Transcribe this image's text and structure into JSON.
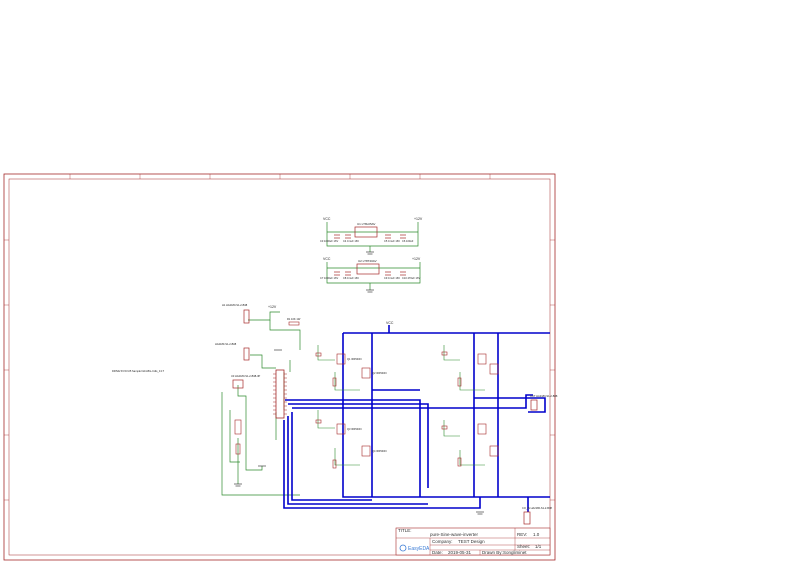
{
  "sheet": {
    "title_label": "TITLE:",
    "title": "pure-Sine-wave-inverter",
    "rev_label": "REV:",
    "rev": "1.0",
    "company_label": "Company:",
    "company": "TEST Design",
    "sheet_label": "Sheet:",
    "sheet_no": "1/1",
    "date_label": "Date:",
    "date": "2019-05-31",
    "drawn_label": "Drawn By:",
    "drawn_by": "Songliminet",
    "logo": "EasyEDA"
  },
  "colors": {
    "frame": "#a52a2a",
    "wire": "#2e8b2e",
    "bus": "#0000cc",
    "component": "#a52a2a",
    "text": "#222222"
  },
  "labels": {
    "reg1": "U1 LT8L05AV",
    "reg2": "U2 LT8T20AV",
    "vcc1": "VCC",
    "vcc2": "VCC",
    "v12_1": "+12V",
    "v12_2": "+12V",
    "vcc_bus": "VCC",
    "p12_left": "+12V",
    "cap1": "C3 1000uF 16V",
    "cap2": "C4 0.1uF 16V",
    "cap3": "C5 0.1uF 16V",
    "cap4": "C6 100uF",
    "cap5": "C7 1000uF 16V",
    "cap6": "C8 0.1uF 16V",
    "cap7": "C9 0.1uF 16V",
    "cap8": "C10 470uF 16V",
    "conn1": "H1 HA2180-S1-2-B38",
    "conn2": "HA2180-S1-2-B38",
    "note": "DRIVE 5V-5V-05 Sample NA4-BG-Cdts_0.1T",
    "mcu": "U3 HA2180-S1-2-B38-3P",
    "r1": "R1 10K 1W",
    "q1": "Q1 IRF540N",
    "q2": "Q2 IRF540N",
    "q3": "Q3 IRF540N",
    "q4": "Q4 IRF540N",
    "out_conn": "OUT HA2180-S1-2-B38",
    "in_conn": "CO_IN HA2180-S1-2-B38"
  }
}
